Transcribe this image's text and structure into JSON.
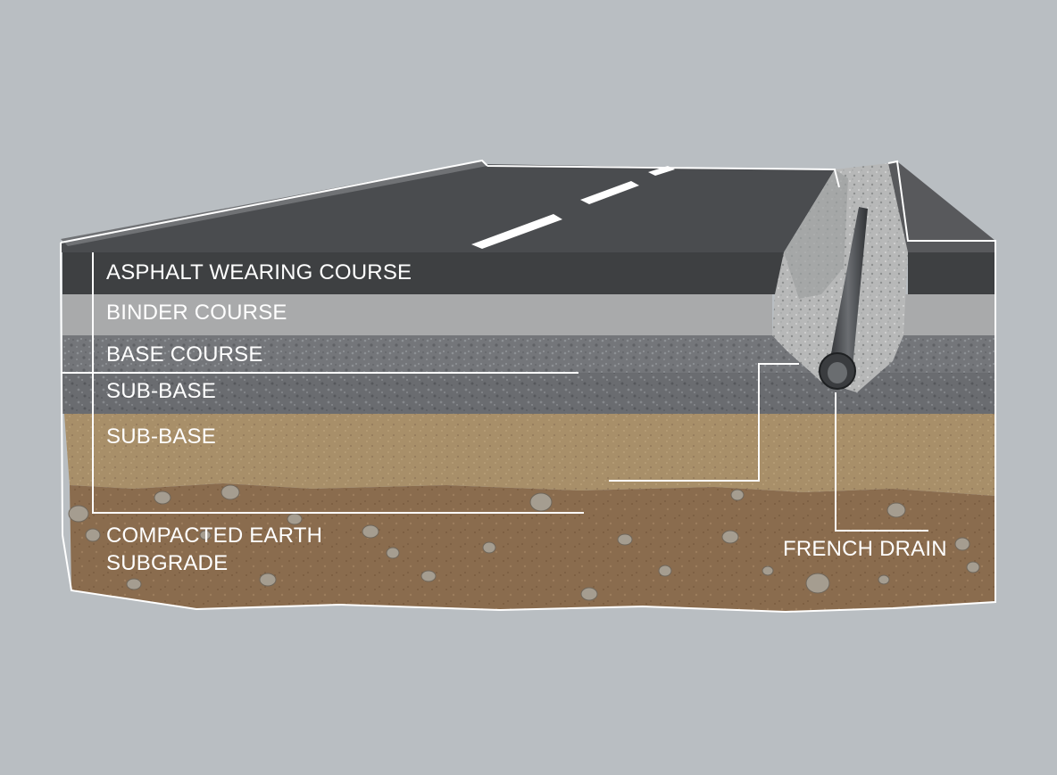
{
  "diagram": {
    "layers": [
      {
        "id": "asphalt",
        "label": "ASPHALT WEARING COURSE",
        "color": "#3e4042"
      },
      {
        "id": "binder",
        "label": "BINDER COURSE",
        "color": "#a9aaab"
      },
      {
        "id": "base",
        "label": "BASE COURSE",
        "color": "#76787a"
      },
      {
        "id": "subbase-upper",
        "label": "SUB-BASE",
        "color": "#6e7072"
      },
      {
        "id": "subbase-lower",
        "label": "SUB-BASE",
        "color": "#a8906a"
      },
      {
        "id": "subgrade",
        "label_lines": [
          "COMPACTED EARTH",
          "SUBGRADE"
        ],
        "color": "#8b6d4f"
      }
    ],
    "drain": {
      "label": "FRENCH DRAIN",
      "color": "#4a4d50"
    },
    "colors": {
      "background": "#b9bec2",
      "road_top": "#4a4c4f",
      "lane_marking": "#ffffff",
      "outline": "#ffffff"
    }
  }
}
